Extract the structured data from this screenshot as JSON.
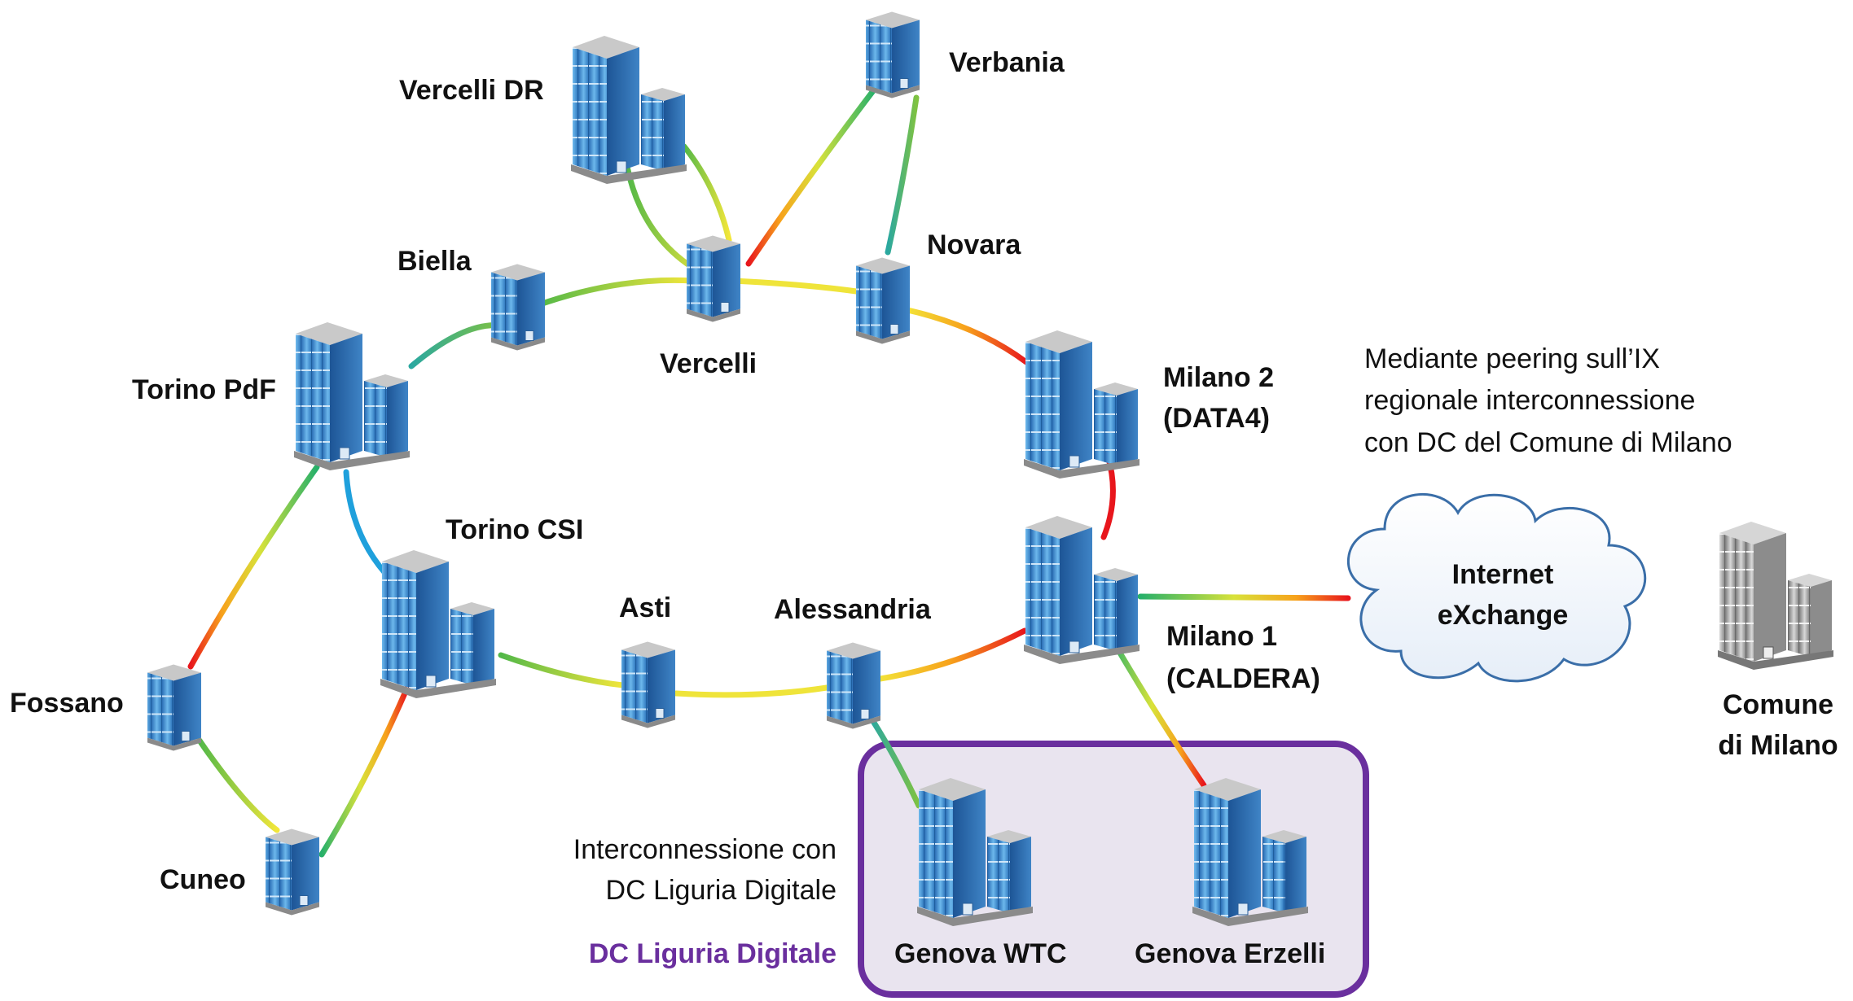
{
  "colors": {
    "ring_purple": "#6a2f9e",
    "box_fill": "#e8e3ee",
    "building_blue": "#3f8fd0",
    "building_gray": "#9a9a9a",
    "link_blue": "#1fa0dc"
  },
  "nodes": {
    "vercelli_dr": {
      "label": "Vercelli DR",
      "icon": "large-building-icon"
    },
    "verbania": {
      "label": "Verbania",
      "icon": "small-building-icon"
    },
    "vercelli": {
      "label": "Vercelli",
      "icon": "small-building-icon"
    },
    "novara": {
      "label": "Novara",
      "icon": "small-building-icon"
    },
    "biella": {
      "label": "Biella",
      "icon": "small-building-icon"
    },
    "torino_pdf": {
      "label": "Torino PdF",
      "icon": "large-building-icon"
    },
    "milano2": {
      "label_1": "Milano 2",
      "label_2": "(DATA4)",
      "icon": "large-building-icon"
    },
    "torino_csi": {
      "label": "Torino CSI",
      "icon": "large-building-icon"
    },
    "asti": {
      "label": "Asti",
      "icon": "small-building-icon"
    },
    "alessandria": {
      "label": "Alessandria",
      "icon": "small-building-icon"
    },
    "milano1": {
      "label_1": "Milano 1",
      "label_2": "(CALDERA)",
      "icon": "large-building-icon"
    },
    "fossano": {
      "label": "Fossano",
      "icon": "small-building-icon"
    },
    "cuneo": {
      "label": "Cuneo",
      "icon": "small-building-icon"
    },
    "genova_wtc": {
      "label": "Genova WTC",
      "icon": "large-building-icon"
    },
    "genova_erzelli": {
      "label": "Genova Erzelli",
      "icon": "large-building-icon"
    },
    "comune_milano": {
      "label_1": "Comune",
      "label_2": "di Milano",
      "icon": "gray-building-icon"
    }
  },
  "cloud": {
    "label_1": "Internet",
    "label_2": "eXchange",
    "icon": "cloud-icon"
  },
  "notes": {
    "peering": [
      "Mediante peering sull’IX",
      "regionale interconnessione",
      "con DC del Comune di Milano"
    ],
    "liguria": [
      "Interconnessione con",
      "DC Liguria Digitale"
    ]
  },
  "liguria_box_label": "DC Liguria Digitale"
}
